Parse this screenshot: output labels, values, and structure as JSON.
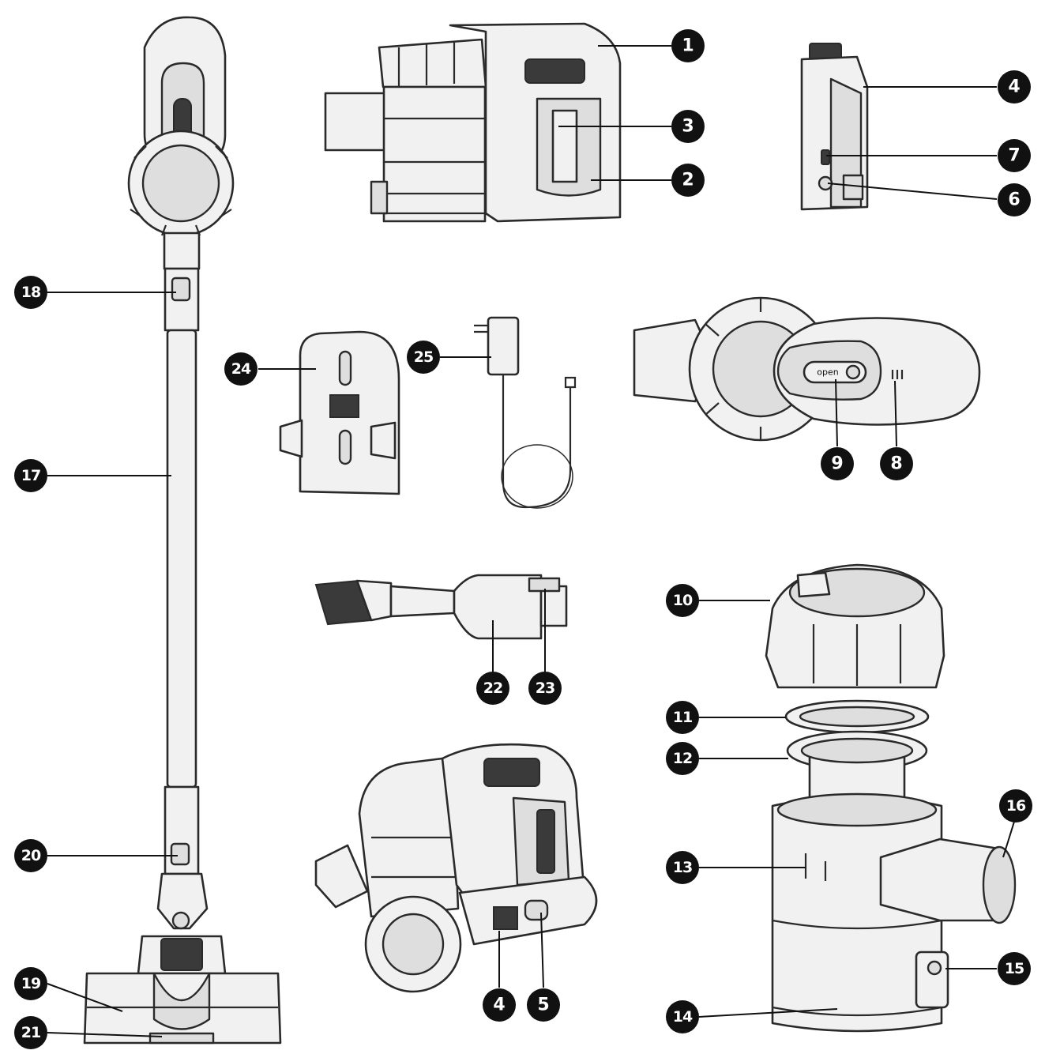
{
  "diagram": {
    "callouts": [
      {
        "number": "1"
      },
      {
        "number": "2"
      },
      {
        "number": "3"
      },
      {
        "number": "4"
      },
      {
        "number": "4"
      },
      {
        "number": "5"
      },
      {
        "number": "6"
      },
      {
        "number": "7"
      },
      {
        "number": "8"
      },
      {
        "number": "9"
      },
      {
        "number": "10"
      },
      {
        "number": "11"
      },
      {
        "number": "12"
      },
      {
        "number": "13"
      },
      {
        "number": "14"
      },
      {
        "number": "15"
      },
      {
        "number": "16"
      },
      {
        "number": "17"
      },
      {
        "number": "18"
      },
      {
        "number": "19"
      },
      {
        "number": "20"
      },
      {
        "number": "21"
      },
      {
        "number": "22"
      },
      {
        "number": "23"
      },
      {
        "number": "24"
      },
      {
        "number": "25"
      }
    ],
    "button_label": "open"
  }
}
